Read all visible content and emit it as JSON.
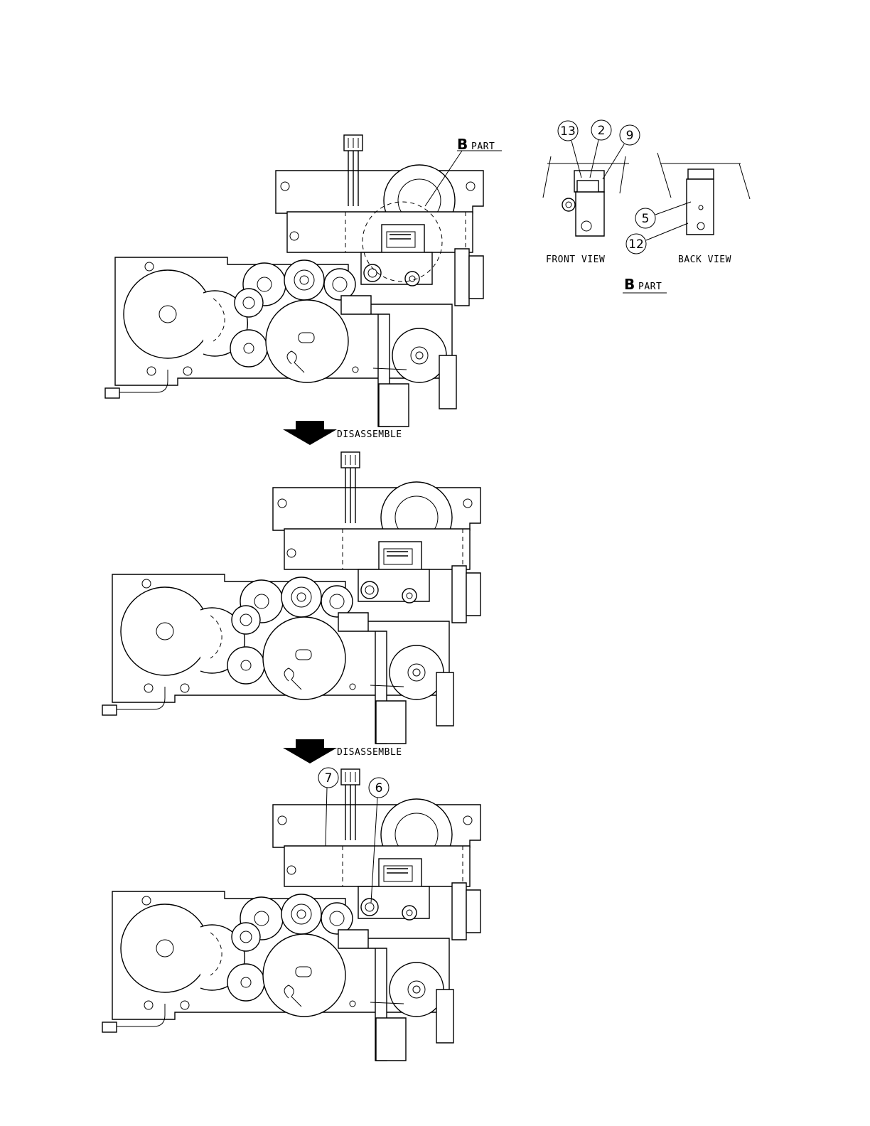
{
  "labels": {
    "b_letter": "B",
    "b_part_word": "PART",
    "front_view": "FRONT VIEW",
    "back_view": "BACK VIEW",
    "disassemble_1": "DISASSEMBLE",
    "disassemble_2": "DISASSEMBLE"
  },
  "callouts": {
    "c13": "13",
    "c2": "2",
    "c9": "9",
    "c5": "5",
    "c12": "12",
    "c7": "7",
    "c6": "6"
  }
}
